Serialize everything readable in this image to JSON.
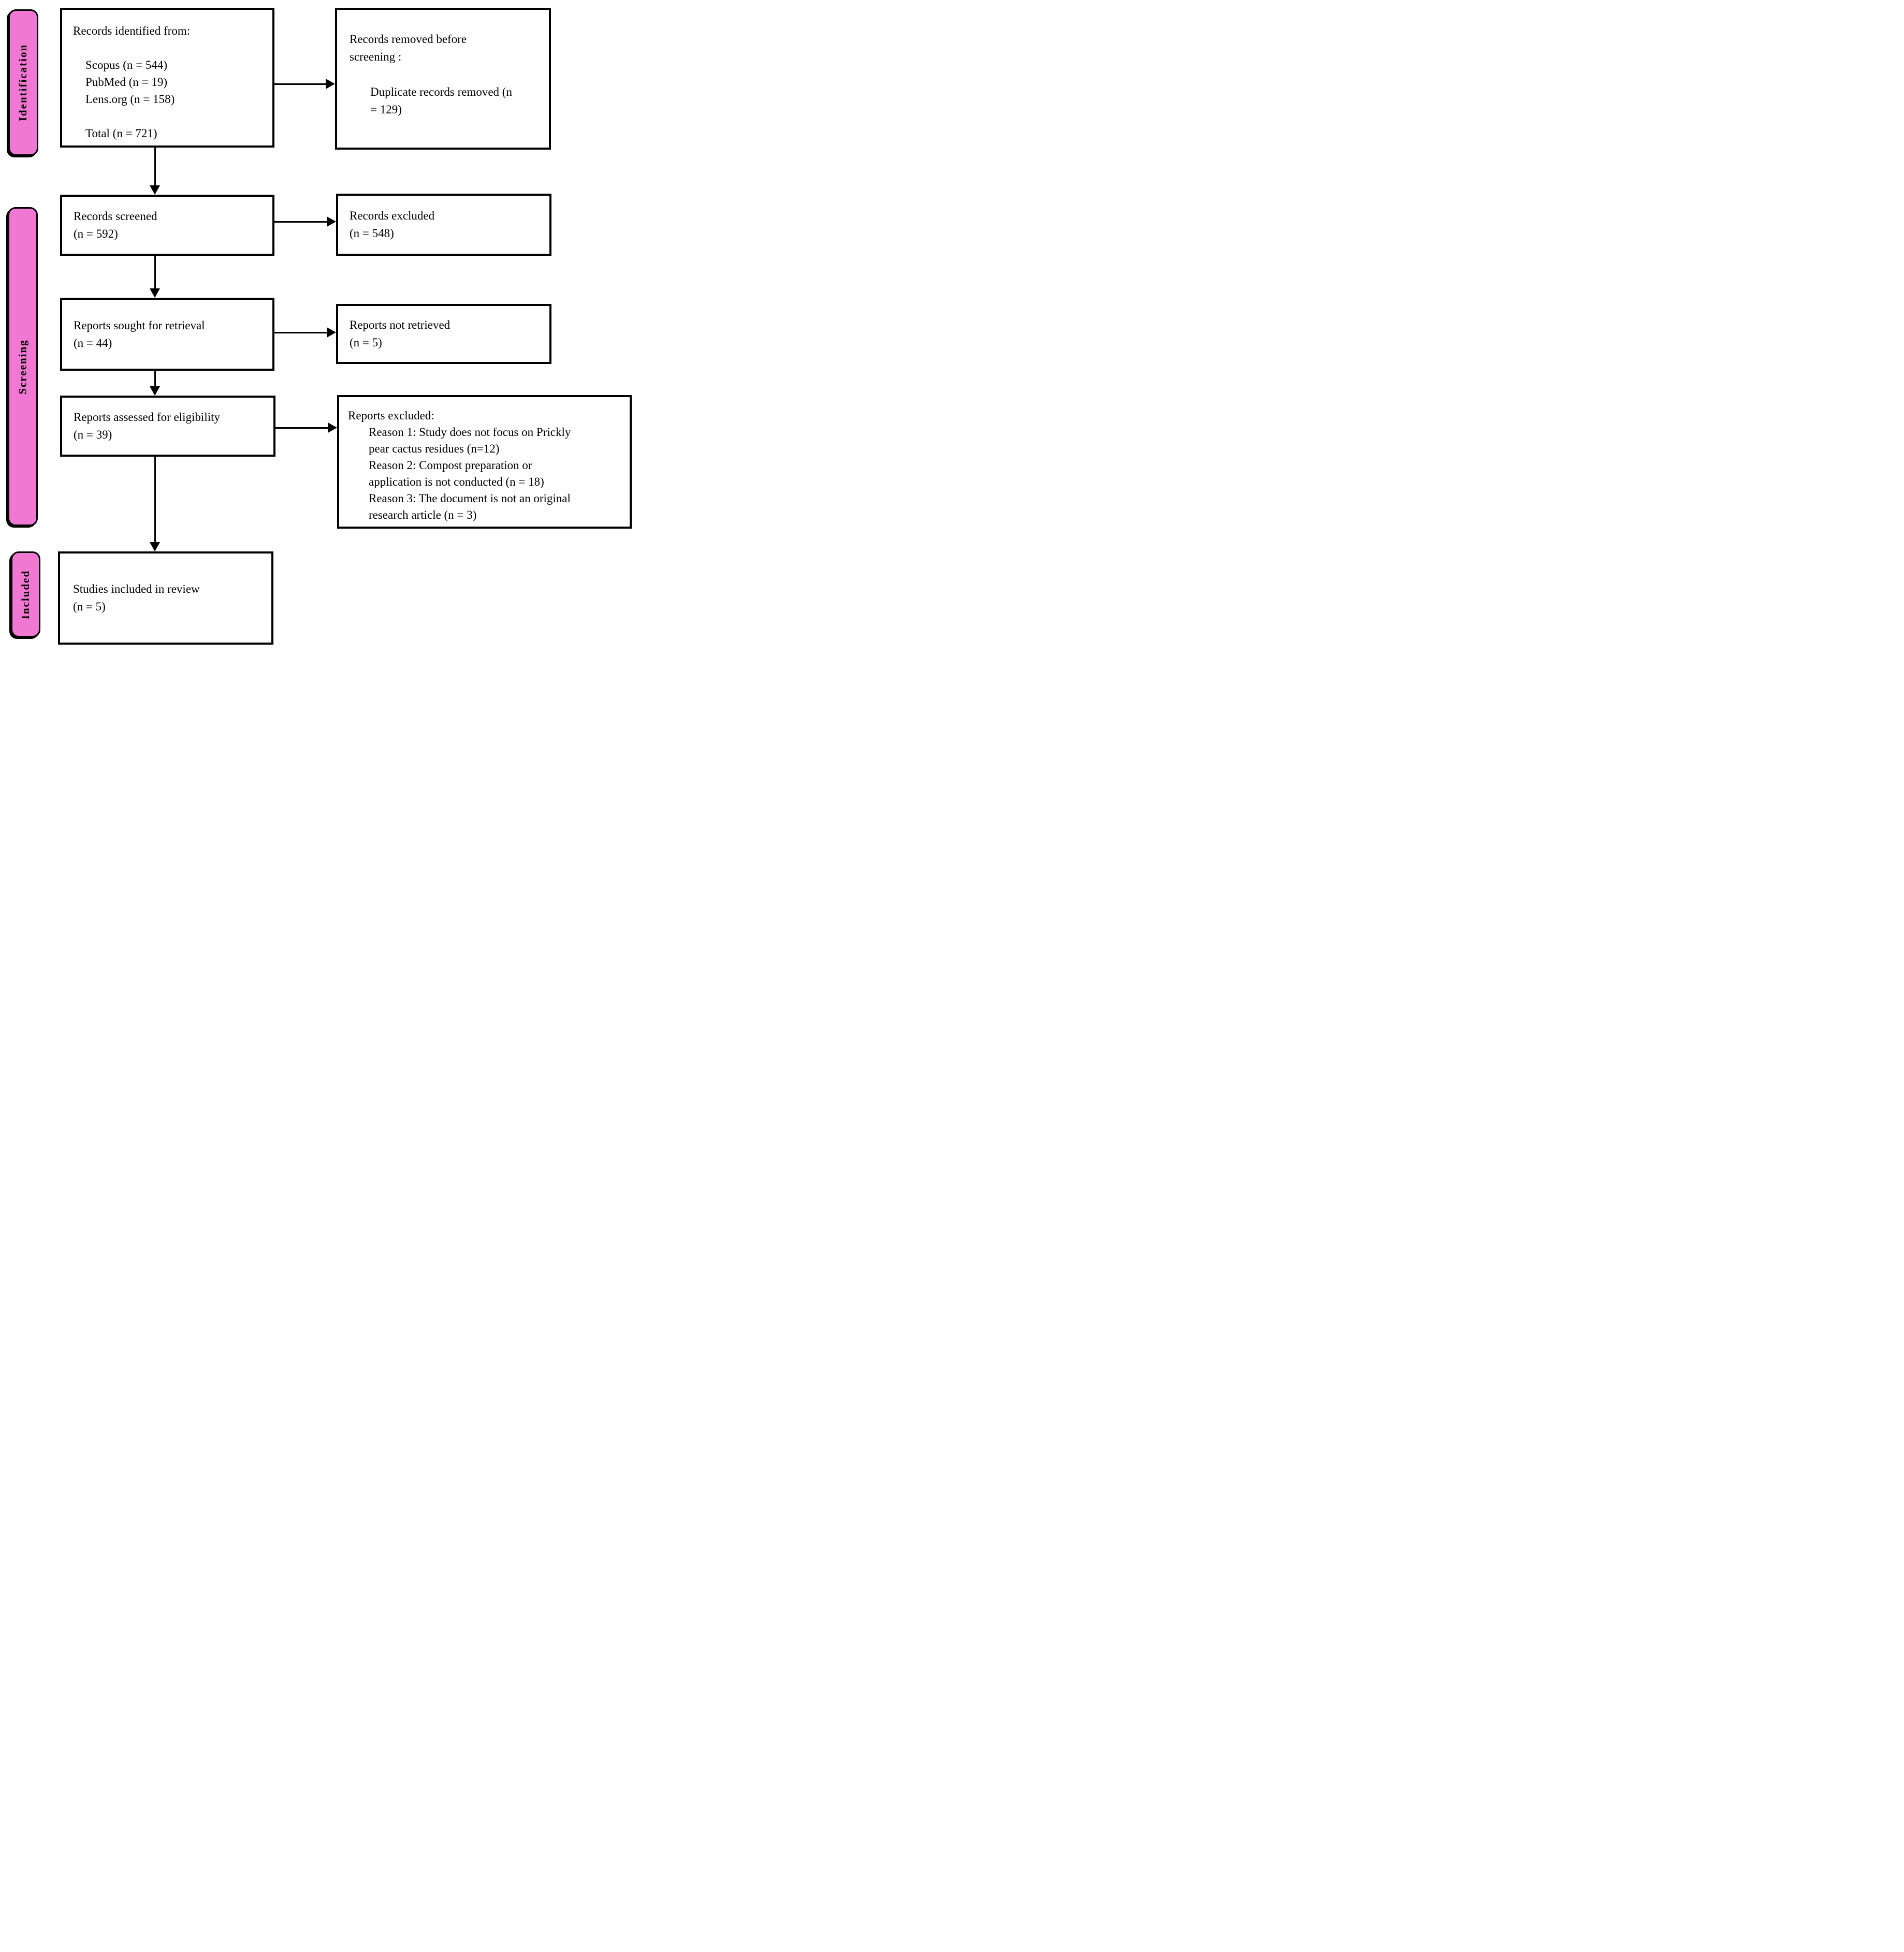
{
  "diagram": {
    "type": "prisma-flow-diagram",
    "colors": {
      "stage_fill": "#f078d2",
      "box_border": "#000000",
      "arrow": "#000000",
      "background": "#ffffff",
      "text": "#000000"
    },
    "stages": {
      "identification": "Identification",
      "screening": "Screening",
      "included": "Included"
    },
    "boxes": {
      "records_identified": {
        "title": "Records identified from:",
        "sources": [
          "Scopus (n = 544)",
          "PubMed (n = 19)",
          "Lens.org (n = 158)"
        ],
        "total": "Total (n = 721)"
      },
      "records_removed": {
        "title_lines": [
          "Records removed before",
          "screening :"
        ],
        "item_lines": [
          "Duplicate records removed (n",
          "= 129)"
        ]
      },
      "records_screened": {
        "label": "Records screened",
        "count": "(n = 592)"
      },
      "records_excluded": {
        "label": "Records excluded",
        "count": "(n = 548)"
      },
      "reports_sought": {
        "label": "Reports sought for retrieval",
        "count": "(n = 44)"
      },
      "reports_not_retrieved": {
        "label": "Reports not retrieved",
        "count": "(n = 5)"
      },
      "reports_assessed": {
        "label": "Reports assessed for eligibility",
        "count": "(n = 39)"
      },
      "reports_excluded": {
        "title": "Reports excluded:",
        "reasons": [
          [
            "Reason 1: Study does not focus on Prickly",
            "pear cactus residues (n=12)"
          ],
          [
            "Reason 2: Compost preparation or",
            "application is not conducted (n = 18)"
          ],
          [
            "Reason 3: The document is not an original",
            "research article (n = 3)"
          ]
        ]
      },
      "studies_included": {
        "label": "Studies included in review",
        "count": "(n = 5)"
      }
    }
  }
}
